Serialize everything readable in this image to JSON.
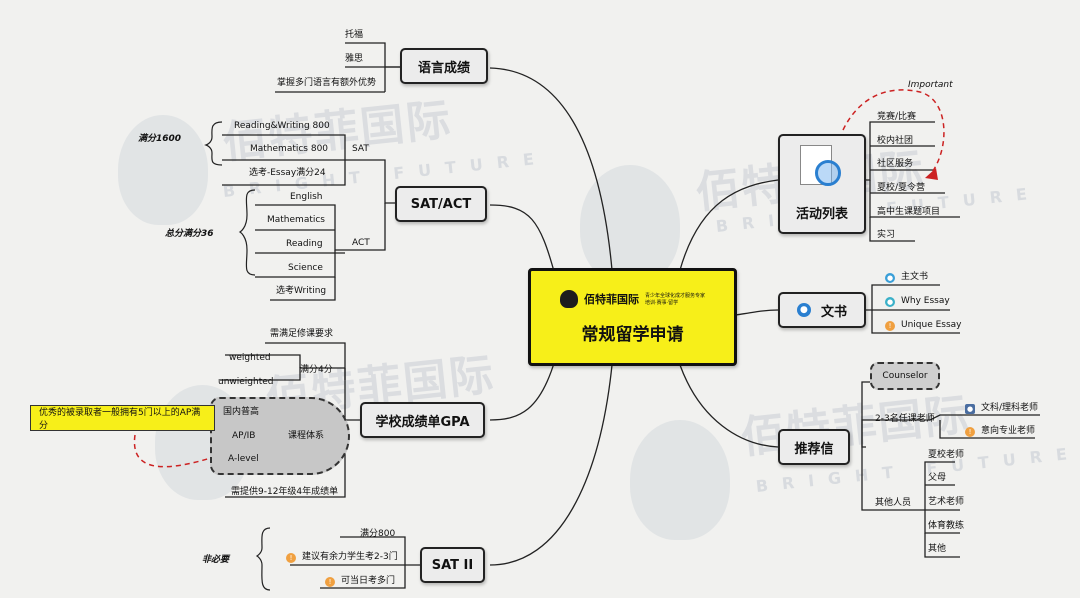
{
  "brand": {
    "logo_text": "佰特菲国际",
    "logo_sub": "青少年全球化成才服务专家 培训·赛事·留学",
    "watermark_text": "佰特菲国际",
    "watermark_sub": "BRIGHT FUTURE"
  },
  "colors": {
    "center_fill": "#f7ef19",
    "node_fill": "#ececec",
    "line": "#222222",
    "dash_red": "#cc2222"
  },
  "center": {
    "title": "常规留学申请"
  },
  "branches": {
    "language": {
      "label": "语言成绩",
      "items": [
        "托福",
        "雅思",
        "掌握多门语言有额外优势"
      ]
    },
    "sat_act": {
      "label": "SAT/ACT",
      "sat_label": "SAT",
      "sat_items": [
        "Reading&Writing 800",
        "Mathematics 800",
        "选考-Essay满分24"
      ],
      "sat_note": "满分1600",
      "act_label": "ACT",
      "act_items": [
        "English",
        "Mathematics",
        "Reading",
        "Science",
        "选考Writing"
      ],
      "act_note": "总分满分36"
    },
    "gpa": {
      "label": "学校成绩单GPA",
      "req1": "需满足修课要求",
      "score_label": "满分4分",
      "score_items": [
        "weighted",
        "unwieighted"
      ],
      "system_label": "课程体系",
      "system_items": [
        "国内普高",
        "AP/IB",
        "A-level"
      ],
      "req2": "需提供9-12年级4年成绩单",
      "callout": "优秀的被录取者一般拥有5门以上的AP满分"
    },
    "sat2": {
      "label": "SAT II",
      "note": "非必要",
      "items": [
        "满分800",
        "建议有余力学生考2-3门",
        "可当日考多门"
      ]
    },
    "activities": {
      "label": "活动列表",
      "important": "Important",
      "items": [
        "竞赛/比赛",
        "校内社团",
        "社区服务",
        "夏校/夏令营",
        "高中生课题项目",
        "实习"
      ]
    },
    "essays": {
      "label": "文书",
      "items": [
        "主文书",
        "Why Essay",
        "Unique Essay"
      ]
    },
    "recommend": {
      "label": "推荐信",
      "counselor": "Counselor",
      "teachers_label": "2-3名任课老师",
      "teachers": [
        "文科/理科老师",
        "意向专业老师"
      ],
      "others_label": "其他人员",
      "others": [
        "夏校老师",
        "父母",
        "艺术老师",
        "体育教练",
        "其他"
      ]
    }
  }
}
